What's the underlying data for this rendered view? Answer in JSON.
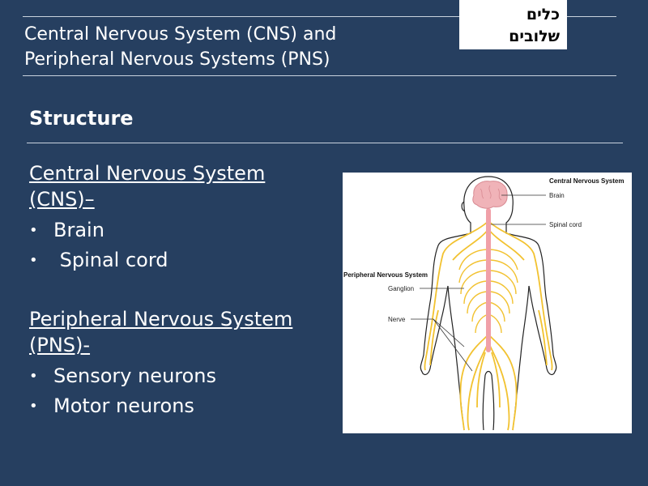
{
  "header": {
    "title_line1": "Central Nervous System (CNS) and",
    "title_line2": "Peripheral Nervous Systems (PNS)",
    "badge_line1": "כלים",
    "badge_line2": "שלובים"
  },
  "section": {
    "heading": "Structure"
  },
  "cns": {
    "heading_line1": "Central Nervous System",
    "heading_line2": "(CNS)–",
    "items": [
      "Brain",
      " Spinal cord"
    ]
  },
  "pns": {
    "heading_line1": "Peripheral Nervous System",
    "heading_line2": "(PNS)-",
    "items": [
      "Sensory neurons",
      "Motor neurons"
    ]
  },
  "figure": {
    "label_cns": "Central Nervous System",
    "label_brain": "Brain",
    "label_spinal": "Spinal cord",
    "label_pns": "Peripheral Nervous System",
    "label_ganglion": "Ganglion",
    "label_nerve": "Nerve",
    "colors": {
      "nerve": "#f2c230",
      "brain": "#f0b3b8",
      "spine": "#f0a0a8",
      "outline": "#222222"
    }
  },
  "icons": {
    "bullet": "•"
  }
}
